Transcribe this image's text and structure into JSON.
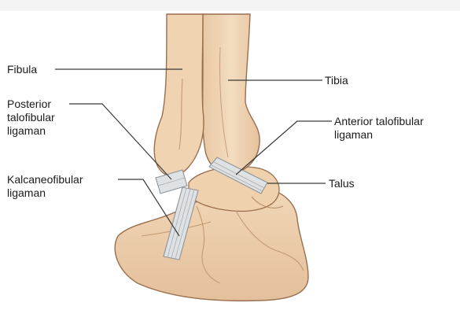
{
  "labels": {
    "fibula": "Fibula",
    "tibia": "Tibia",
    "posterior_talofibular": [
      "Posterior",
      "talofibular",
      "ligaman"
    ],
    "anterior_talofibular": [
      "Anterior talofibular",
      "ligaman"
    ],
    "calcaneofibular": [
      "Kalcaneofibular",
      "ligaman"
    ],
    "talus": "Talus"
  },
  "colors": {
    "bone_fill": "#f0d5b4",
    "bone_shadow": "#d9b48e",
    "bone_outline": "#9a6f4e",
    "ligament": "#dfe2e4",
    "ligament_stroke": "#8d9398",
    "leader_line": "#3a3a3a",
    "text": "#1a1a1a"
  }
}
